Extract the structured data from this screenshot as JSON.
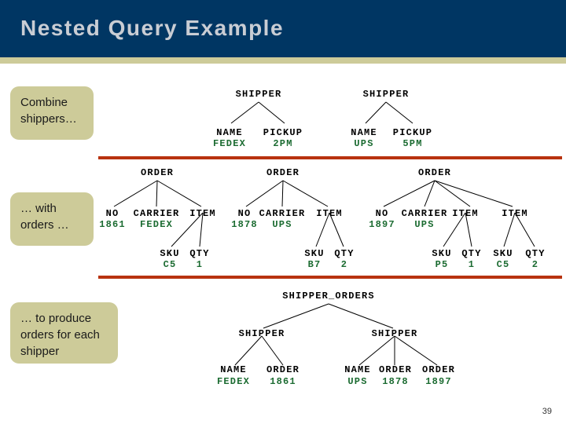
{
  "slide": {
    "title": "Nested Query Example",
    "page_number": "39",
    "colors": {
      "title_bar": "#003663",
      "title_text": "#c9cdd4",
      "accent_band": "#cdcb99",
      "divider": "#b83310",
      "tag_text": "#000000",
      "value_text": "#1b6b31",
      "callout_fill": "#cdcb99"
    }
  },
  "callouts": [
    {
      "id": "combine",
      "text": "Combine shippers…"
    },
    {
      "id": "orders",
      "text": "… with orders …"
    },
    {
      "id": "produce",
      "text": "… to produce orders for each shipper"
    }
  ],
  "sections": {
    "shippers": {
      "trees": [
        {
          "root": "SHIPPER",
          "children": [
            {
              "tag": "NAME",
              "value": "FEDEX"
            },
            {
              "tag": "PICKUP",
              "value": "2PM"
            }
          ]
        },
        {
          "root": "SHIPPER",
          "children": [
            {
              "tag": "NAME",
              "value": "UPS"
            },
            {
              "tag": "PICKUP",
              "value": "5PM"
            }
          ]
        }
      ]
    },
    "orders": {
      "trees": [
        {
          "root": "ORDER",
          "children": [
            {
              "tag": "NO",
              "value": "1861"
            },
            {
              "tag": "CARRIER",
              "value": "FEDEX"
            },
            {
              "tag": "ITEM",
              "value": "",
              "children": [
                {
                  "tag": "SKU",
                  "value": "C5"
                },
                {
                  "tag": "QTY",
                  "value": "1"
                }
              ]
            }
          ]
        },
        {
          "root": "ORDER",
          "children": [
            {
              "tag": "NO",
              "value": "1878"
            },
            {
              "tag": "CARRIER",
              "value": "UPS"
            },
            {
              "tag": "ITEM",
              "value": "",
              "children": [
                {
                  "tag": "SKU",
                  "value": "B7"
                },
                {
                  "tag": "QTY",
                  "value": "2"
                }
              ]
            }
          ]
        },
        {
          "root": "ORDER",
          "children": [
            {
              "tag": "NO",
              "value": "1897"
            },
            {
              "tag": "CARRIER",
              "value": "UPS"
            },
            {
              "tag": "ITEM",
              "value": "",
              "children": [
                {
                  "tag": "SKU",
                  "value": "P5"
                },
                {
                  "tag": "QTY",
                  "value": "1"
                }
              ]
            },
            {
              "tag": "ITEM",
              "value": "",
              "children": [
                {
                  "tag": "SKU",
                  "value": "C5"
                },
                {
                  "tag": "QTY",
                  "value": "2"
                }
              ]
            }
          ]
        }
      ]
    },
    "shipper_orders": {
      "root": "SHIPPER_ORDERS",
      "children": [
        {
          "tag": "SHIPPER",
          "children": [
            {
              "tag": "NAME",
              "value": "FEDEX"
            },
            {
              "tag": "ORDER",
              "value": "1861"
            }
          ]
        },
        {
          "tag": "SHIPPER",
          "children": [
            {
              "tag": "NAME",
              "value": "UPS"
            },
            {
              "tag": "ORDER",
              "value": "1878"
            },
            {
              "tag": "ORDER",
              "value": "1897"
            }
          ]
        }
      ]
    }
  },
  "nodes": {
    "s1_root": "SHIPPER",
    "s1_c0_tag": "NAME",
    "s1_c0_val": "FEDEX",
    "s1_c1_tag": "PICKUP",
    "s1_c1_val": "2PM",
    "s2_root": "SHIPPER",
    "s2_c0_tag": "NAME",
    "s2_c0_val": "UPS",
    "s2_c1_tag": "PICKUP",
    "s2_c1_val": "5PM",
    "o1_root": "ORDER",
    "o1_c0_tag": "NO",
    "o1_c0_val": "1861",
    "o1_c1_tag": "CARRIER",
    "o1_c1_val": "FEDEX",
    "o1_c2_tag": "ITEM",
    "o1_c2_s_tag": "SKU",
    "o1_c2_s_val": "C5",
    "o1_c2_q_tag": "QTY",
    "o1_c2_q_val": "1",
    "o2_root": "ORDER",
    "o2_c0_tag": "NO",
    "o2_c0_val": "1878",
    "o2_c1_tag": "CARRIER",
    "o2_c1_val": "UPS",
    "o2_c2_tag": "ITEM",
    "o2_c2_s_tag": "SKU",
    "o2_c2_s_val": "B7",
    "o2_c2_q_tag": "QTY",
    "o2_c2_q_val": "2",
    "o3_root": "ORDER",
    "o3_c0_tag": "NO",
    "o3_c0_val": "1897",
    "o3_c1_tag": "CARRIER",
    "o3_c1_val": "UPS",
    "o3_c2_tag": "ITEM",
    "o3_c2_s_tag": "SKU",
    "o3_c2_s_val": "P5",
    "o3_c2_q_tag": "QTY",
    "o3_c2_q_val": "1",
    "o3_c3_tag": "ITEM",
    "o3_c3_s_tag": "SKU",
    "o3_c3_s_val": "C5",
    "o3_c3_q_tag": "QTY",
    "o3_c3_q_val": "2",
    "so_root": "SHIPPER_ORDERS",
    "so_a_tag": "SHIPPER",
    "so_a_c0_tag": "NAME",
    "so_a_c0_val": "FEDEX",
    "so_a_c1_tag": "ORDER",
    "so_a_c1_val": "1861",
    "so_b_tag": "SHIPPER",
    "so_b_c0_tag": "NAME",
    "so_b_c0_val": "UPS",
    "so_b_c1_tag": "ORDER",
    "so_b_c1_val": "1878",
    "so_b_c2_tag": "ORDER",
    "so_b_c2_val": "1897"
  }
}
